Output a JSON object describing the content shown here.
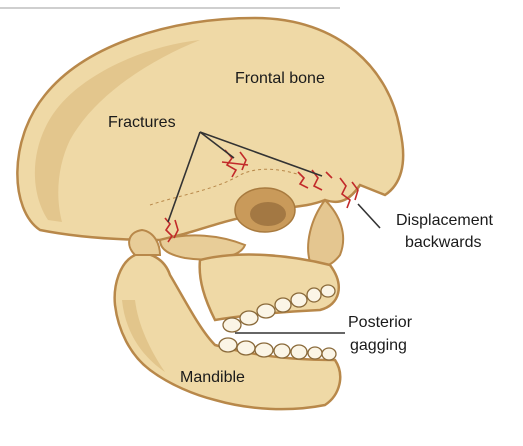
{
  "diagram": {
    "labels": {
      "frontal_bone": "Frontal bone",
      "fractures": "Fractures",
      "displacement": "Displacement",
      "backwards": "backwards",
      "posterior": "Posterior",
      "gagging": "gagging",
      "mandible": "Mandible"
    },
    "colors": {
      "bone_fill": "#efd9a6",
      "bone_shadow": "#d9b779",
      "outline": "#b8884a",
      "fracture": "#c22a2a",
      "leader_line": "#333333",
      "teeth": "#fbf5e6"
    }
  }
}
